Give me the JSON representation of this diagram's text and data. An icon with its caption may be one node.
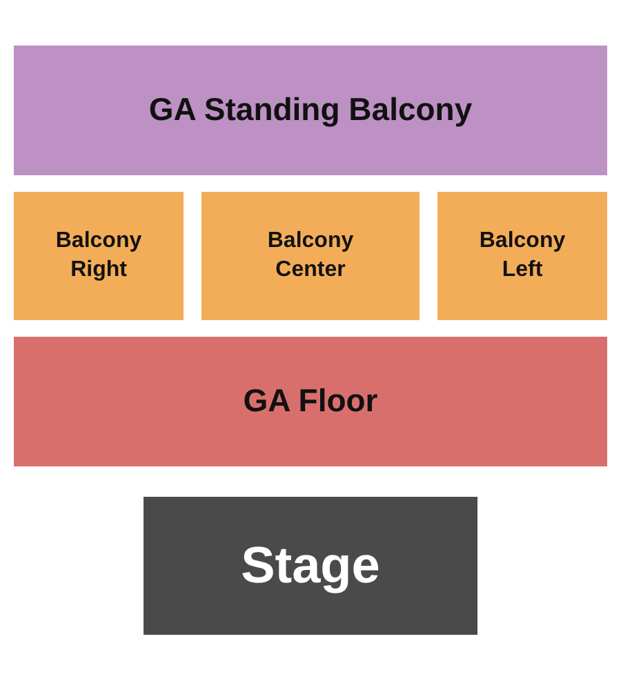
{
  "diagram": {
    "nodes": [
      {
        "text": [
          "GA Standing Balcony"
        ]
      },
      {
        "text": [
          "Balcony Right"
        ]
      },
      {
        "text": [
          "Balcony Center"
        ]
      },
      {
        "text": [
          "Balcony Left"
        ]
      },
      {
        "text": [
          "GA Floor"
        ]
      },
      {
        "text": [
          "Stage"
        ]
      }
    ]
  }
}
